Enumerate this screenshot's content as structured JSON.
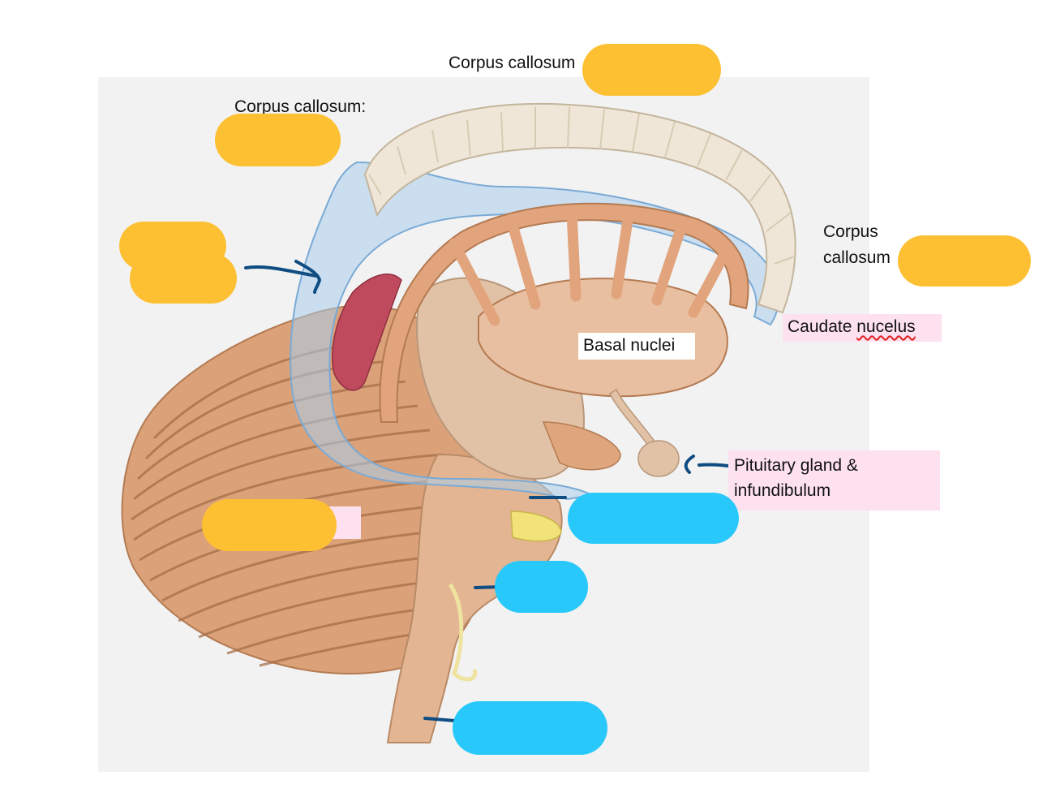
{
  "labels": {
    "cc_top": "Corpus callosum",
    "cc_left": "Corpus callosum:",
    "cc_right_line1": "Corpus",
    "cc_right_line2": "callosum",
    "caudate_pre": "Caudate ",
    "caudate_word": "nucelus",
    "basal": "Basal nuclei",
    "pituitary_line1": "Pituitary gland &",
    "pituitary_line2": "infundibulum"
  },
  "colors": {
    "answer_blank_yellow": "#fdc033",
    "answer_blank_blue": "#29c8fb",
    "label_highlight_pink": "#fde1ef",
    "pointer_line": "#0f4c81",
    "tissue": "#dfa67e",
    "corpus_callosum_fill": "#efe6d8",
    "membrane_blue": "#a9cdec",
    "choroid_red": "#c04a5d"
  }
}
